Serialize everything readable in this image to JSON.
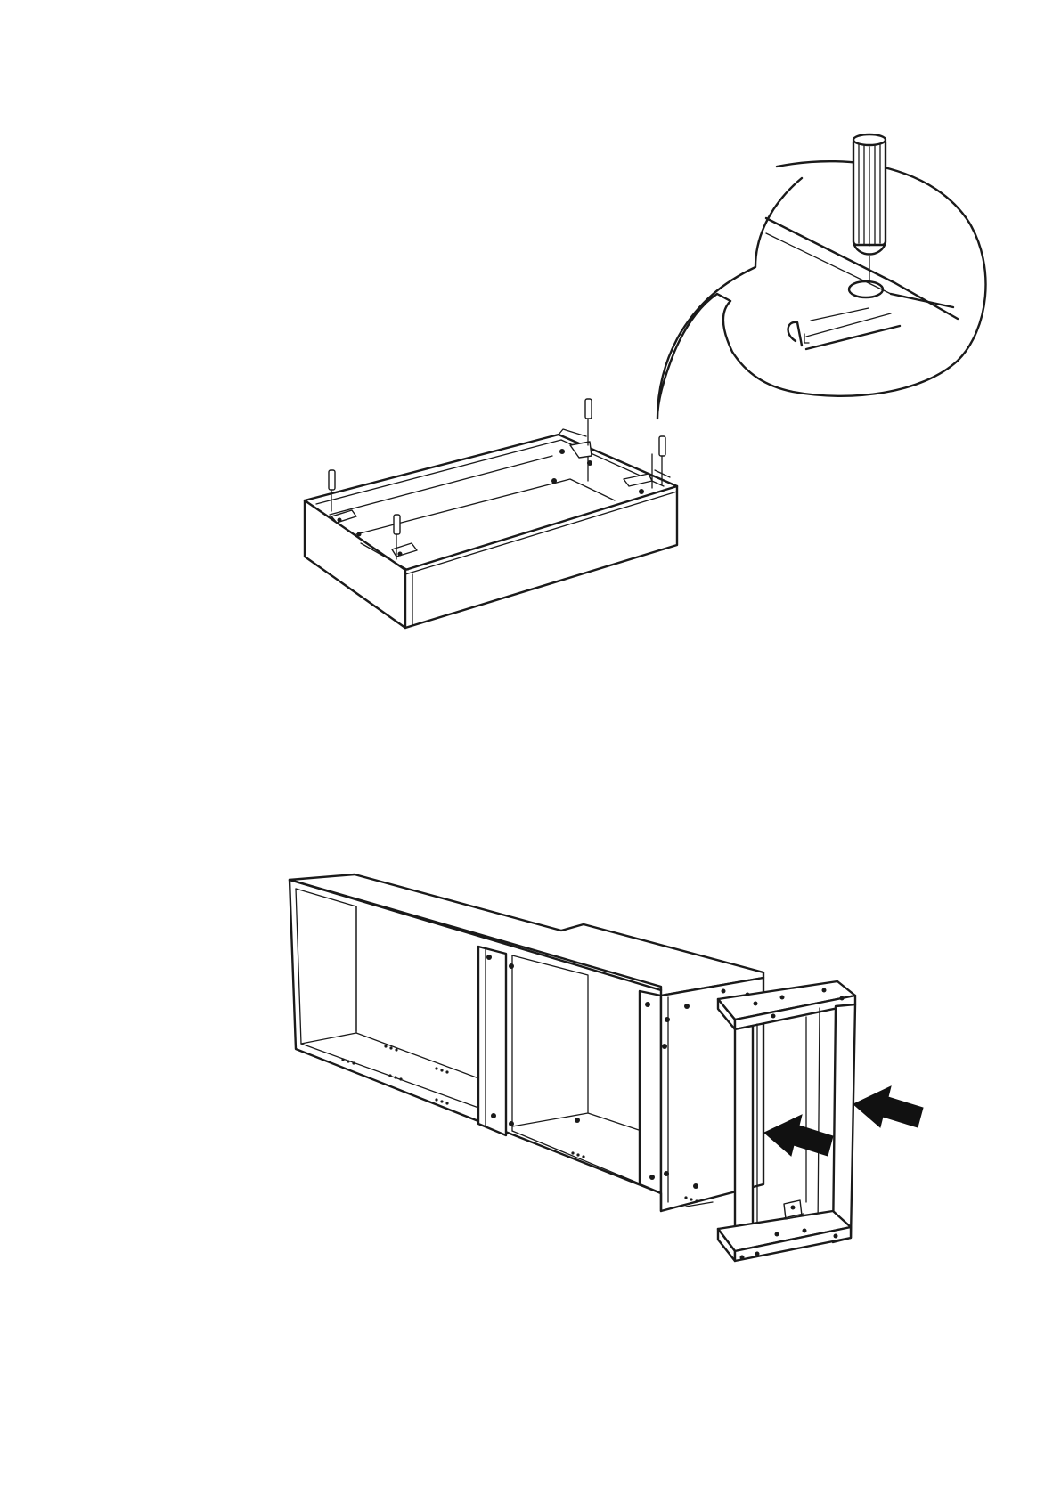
{
  "page": {
    "type": "assembly-instruction-sheet",
    "background": "#ffffff",
    "ink_color": "#1a1a1a"
  },
  "steps": [
    {
      "illustration": "plinth-frame-with-dowels",
      "dowel_count": 4,
      "detail_callout": {
        "icon": "dowel-insert-detail-icon"
      }
    },
    {
      "illustration": "cabinet-and-end-frame-assembly",
      "arrow_count": 2
    }
  ]
}
